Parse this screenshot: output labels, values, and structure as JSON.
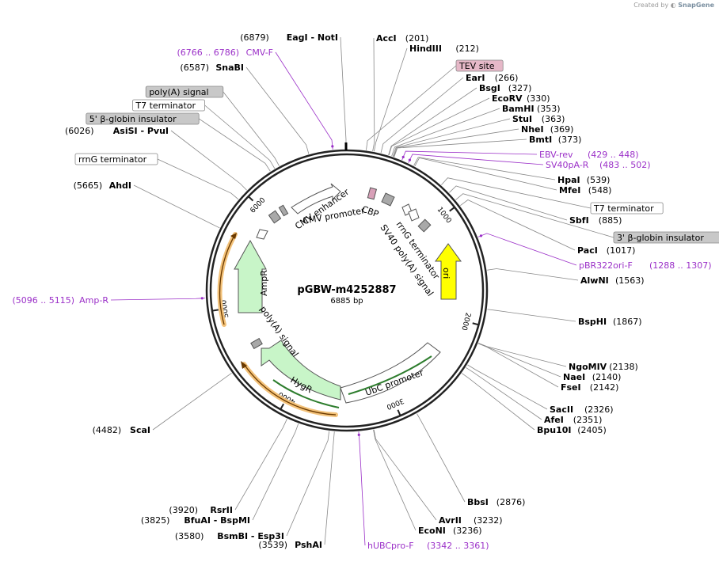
{
  "watermark": {
    "prefix": "Created by",
    "brand": "SnapGene"
  },
  "plasmid": {
    "name": "pGBW-m4252887",
    "size_label": "6885 bp",
    "length": 6885
  },
  "tick_labels": [
    "1000",
    "2000",
    "3000",
    "4000",
    "5000",
    "6000"
  ],
  "colors": {
    "site": "#000000",
    "primer": "#9b30c8",
    "amp": "#f0b860",
    "green": "#c8f5c8",
    "ori": "#ffff00",
    "cbp": "#d8a0b8",
    "grey": "#a9a9a9"
  },
  "sites": [
    {
      "name": "AccI",
      "pos": "(201)",
      "at": 201
    },
    {
      "name": "HindIII",
      "pos": "(212)",
      "at": 212
    },
    {
      "name": "EarI",
      "pos": "(266)",
      "at": 266
    },
    {
      "name": "BsgI",
      "pos": "(327)",
      "at": 327
    },
    {
      "name": "EcoRV",
      "pos": "(330)",
      "at": 330
    },
    {
      "name": "BamHI",
      "pos": "(353)",
      "at": 353
    },
    {
      "name": "StuI",
      "pos": "(363)",
      "at": 363
    },
    {
      "name": "NheI",
      "pos": "(369)",
      "at": 369
    },
    {
      "name": "BmtI",
      "pos": "(373)",
      "at": 373
    },
    {
      "name": "HpaI",
      "pos": "(539)",
      "at": 539
    },
    {
      "name": "MfeI",
      "pos": "(548)",
      "at": 548
    },
    {
      "name": "SbfI",
      "pos": "(885)",
      "at": 885
    },
    {
      "name": "PacI",
      "pos": "(1017)",
      "at": 1017
    },
    {
      "name": "AlwNI",
      "pos": "(1563)",
      "at": 1563
    },
    {
      "name": "BspHI",
      "pos": "(1867)",
      "at": 1867
    },
    {
      "name": "NgoMIV",
      "pos": "(2138)",
      "at": 2138
    },
    {
      "name": "NaeI",
      "pos": "(2140)",
      "at": 2140
    },
    {
      "name": "FseI",
      "pos": "(2142)",
      "at": 2142
    },
    {
      "name": "SacII",
      "pos": "(2326)",
      "at": 2326
    },
    {
      "name": "AfeI",
      "pos": "(2351)",
      "at": 2351
    },
    {
      "name": "Bpu10I",
      "pos": "(2405)",
      "at": 2405
    },
    {
      "name": "BbsI",
      "pos": "(2876)",
      "at": 2876
    },
    {
      "name": "AvrII",
      "pos": "(3232)",
      "at": 3232
    },
    {
      "name": "EcoNI",
      "pos": "(3236)",
      "at": 3236
    },
    {
      "name": "PshAI",
      "pos": "(3539)",
      "at": 3539
    },
    {
      "name": "BsmBI - Esp3I",
      "pos": "(3580)",
      "at": 3580
    },
    {
      "name": "BfuAI - BspMI",
      "pos": "(3825)",
      "at": 3825
    },
    {
      "name": "RsrII",
      "pos": "(3920)",
      "at": 3920
    },
    {
      "name": "ScaI",
      "pos": "(4482)",
      "at": 4482
    },
    {
      "name": "AhdI",
      "pos": "(5665)",
      "at": 5665
    },
    {
      "name": "AsiSI - PvuI",
      "pos": "(6026)",
      "at": 6026
    },
    {
      "name": "SnaBI",
      "pos": "(6587)",
      "at": 6587
    },
    {
      "name": "EagI - NotI",
      "pos": "(6879)",
      "at": 6879
    }
  ],
  "primers": [
    {
      "name": "CMV-F",
      "range": "(6766 .. 6786)",
      "at": 6776
    },
    {
      "name": "EBV-rev",
      "range": "(429 .. 448)",
      "at": 438
    },
    {
      "name": "SV40pA-R",
      "range": "(483 .. 502)",
      "at": 492
    },
    {
      "name": "pBR322ori-F",
      "range": "(1288 .. 1307)",
      "at": 1297
    },
    {
      "name": "Amp-R",
      "range": "(5096 .. 5115)",
      "at": 5105
    },
    {
      "name": "hUBCpro-F",
      "range": "(3342 .. 3361)",
      "at": 3351
    }
  ],
  "boxed_callouts": [
    {
      "name": "TEV site",
      "style": "pink",
      "at": 150
    },
    {
      "name": "T7 terminator",
      "style": "white",
      "at": 800
    },
    {
      "name": "3' β-globin insulator",
      "style": "grey",
      "at": 960
    },
    {
      "name": "rrnG terminator",
      "style": "white",
      "at": 5930
    },
    {
      "name": "5' β-globin insulator",
      "style": "grey",
      "at": 6260
    },
    {
      "name": "T7 terminator",
      "style": "white",
      "at": 6300
    },
    {
      "name": "poly(A) signal",
      "style": "grey",
      "at": 6340
    }
  ],
  "features": [
    {
      "name": "CMV enhancer",
      "label": "CMV enhancer"
    },
    {
      "name": "CMV promoter",
      "label": "CMV promoter"
    },
    {
      "name": "CBP",
      "label": "CBP"
    },
    {
      "name": "rrnG terminator",
      "label": "rrnG terminator"
    },
    {
      "name": "SV40 poly(A) signal",
      "label": "SV40 poly(A) signal"
    },
    {
      "name": "ori",
      "label": "ori"
    },
    {
      "name": "UbC promoter",
      "label": "UbC promoter"
    },
    {
      "name": "HygR",
      "label": "HygR"
    },
    {
      "name": "poly(A) signal",
      "label": "poly(A) signal"
    },
    {
      "name": "AmpR",
      "label": "AmpR"
    }
  ]
}
